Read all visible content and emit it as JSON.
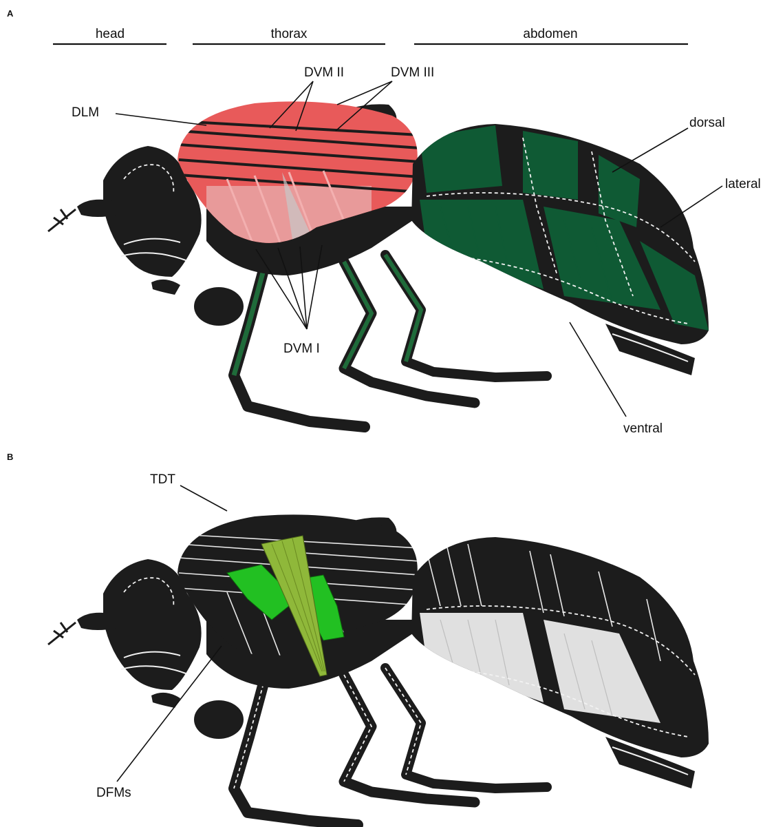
{
  "panels": {
    "a": {
      "letter": "A"
    },
    "b": {
      "letter": "B"
    }
  },
  "segments": {
    "head": "head",
    "thorax": "thorax",
    "abdomen": "abdomen"
  },
  "labels_a": {
    "dlm": "DLM",
    "dvm2": "DVM II",
    "dvm3": "DVM III",
    "dvm1": "DVM I",
    "dorsal": "dorsal",
    "lateral": "lateral",
    "ventral": "ventral"
  },
  "labels_b": {
    "tdt": "TDT",
    "dfms": "DFMs"
  },
  "colors": {
    "body": "#1c1c1c",
    "flight_muscle": "#e85a5a",
    "flight_muscle_light": "#f0a0a0",
    "abdominal_muscle": "#0f5a34",
    "leg_muscle": "#1f6b3a",
    "tdt_muscle": "#8fb83a",
    "dfm_muscle": "#22c022"
  }
}
